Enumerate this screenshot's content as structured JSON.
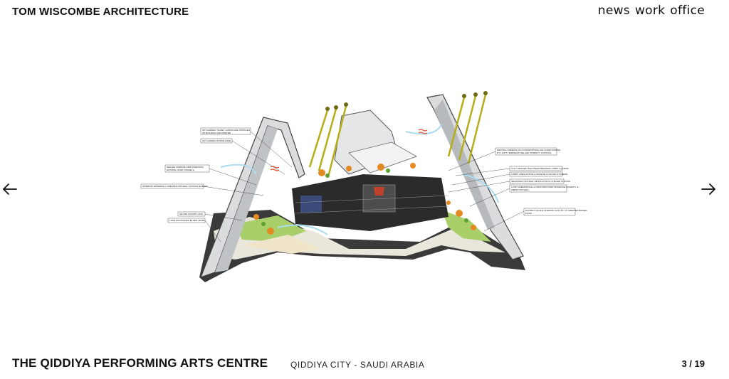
{
  "header": {
    "brand": "TOM WISCOMBE ARCHITECTURE",
    "nav": [
      "news",
      "work",
      "office"
    ]
  },
  "icons": {
    "prev": "arrow-left-icon",
    "next": "arrow-right-icon"
  },
  "drawing": {
    "labels_left": [
      "SKYGARDEN \"SLIDE\" LANDSCAPE SUPPLIES",
      "OF BUILDING GRAYWATER",
      "SKYGARDEN SHADE ZONE",
      "SEALED WINDOW GRID CREATING",
      "NATURAL WIND FUNNELS",
      "INTERIOR WATERFALL CREATES NATURAL COOLING EFFECT",
      "ISLAND CANOPY AXIS",
      "LAKE WAYFINDING BLADE LEVEL"
    ],
    "labels_right": [
      "HEATING OPERATE ON CONVENTIONAL AIR CONDITIONING",
      "BY TIGHT TEMPERATURE AND HUMIDITY CONTROL",
      "CULT GRADED HIGH PERFORMANCE LOBBY GLAZING",
      "LOBBY USES ACTIVE & PASSIVE COOLING SYSTEMS",
      "SEASONAL NATURAL VENTILATION & CHILLED FLOORS",
      "LUSH GREENSCAPE & GROUNDCOVER INCREASE HUMIDITY &",
      "FRESH OXYGEN",
      "DISTRICT-SCALE SHADOW CAST BY TP CREATED BODIES",
      "MASS"
    ]
  },
  "footer": {
    "title": "THE QIDDIYA PERFORMING ARTS CENTRE",
    "location": "QIDDIYA CITY - SAUDI ARABIA",
    "pagination": "3 / 19"
  }
}
